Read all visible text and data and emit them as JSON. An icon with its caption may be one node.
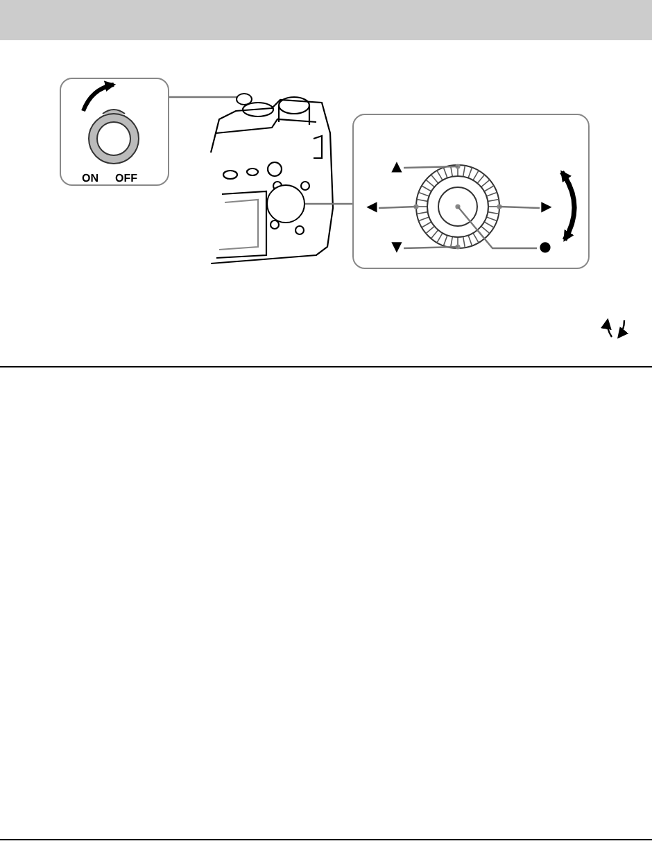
{
  "diagram": {
    "nodes": [
      {
        "text": [
          "ON",
          "OFF"
        ]
      },
      {
        "text": [],
        "shape": "circle"
      },
      {
        "text": [],
        "shape": "circle"
      },
      {
        "text": [],
        "shape": "box"
      },
      {
        "text": [
          "▲"
        ],
        "in": 3
      },
      {
        "text": [
          "◀"
        ],
        "in": 3
      },
      {
        "text": [
          "▶"
        ],
        "in": 3
      },
      {
        "text": [
          "▼"
        ],
        "in": 3
      },
      {
        "text": [
          "●"
        ],
        "in": 3
      }
    ],
    "edges": [
      {
        "from": 0,
        "to": 1,
        "arrow": "none"
      },
      {
        "from": 3,
        "to": 2,
        "arrow": "none"
      },
      {
        "from": 4,
        "to": null,
        "arrow": "none"
      },
      {
        "from": 5,
        "to": null,
        "arrow": "none"
      },
      {
        "from": 6,
        "to": null,
        "arrow": "none"
      },
      {
        "from": 7,
        "to": null,
        "arrow": "none"
      },
      {
        "from": 8,
        "to": null,
        "arrow": "none"
      }
    ]
  }
}
